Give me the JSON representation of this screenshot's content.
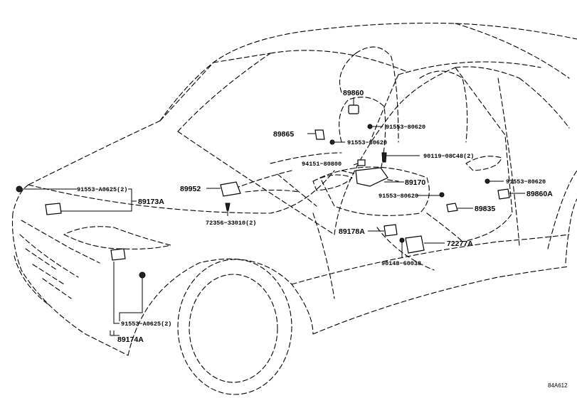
{
  "diagram": {
    "code": "84A612",
    "labels": {
      "p89860": "89860",
      "p89865": "89865",
      "p91553_80620_a": "91553−80620",
      "p91553_80620_b": "91553−80620",
      "p90119": "90119−08C48(2)",
      "p94151": "94151−80800",
      "p89952": "89952",
      "p91553_A0625_top": "91553−A0625(2)",
      "p89173A": "89173A",
      "p72356": "72356−33010(2)",
      "p89170": "89170",
      "p91553_80620_c": "91553−80620",
      "p91553_80620_d": "91553−80620",
      "p89860A": "89860A",
      "p89835": "89835",
      "p89178A": "89178A",
      "p72277A": "72277A",
      "p90148": "90148−60038",
      "p91553_A0625_bot": "91553−A0625(2)",
      "p89174A": "89174A"
    }
  }
}
